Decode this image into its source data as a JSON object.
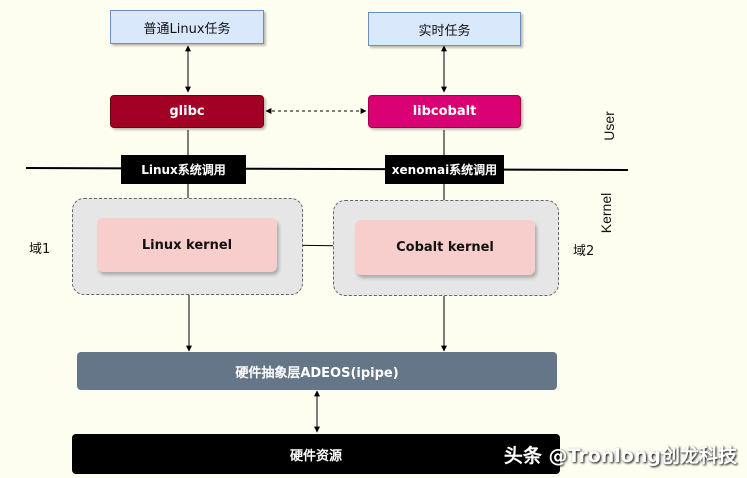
{
  "tasks": {
    "linux": "普通Linux任务",
    "realtime": "实时任务"
  },
  "libs": {
    "glibc": "glibc",
    "libcobalt": "libcobalt"
  },
  "syscalls": {
    "linux": "Linux系统调用",
    "xenomai": "xenomai系统调用"
  },
  "kernels": {
    "linux": "Linux kernel",
    "cobalt": "Cobalt kernel"
  },
  "domains": {
    "left": "域1",
    "right": "域2"
  },
  "layers": {
    "adeos": "硬件抽象层ADEOS(ipipe)",
    "hardware": "硬件资源"
  },
  "side_labels": {
    "user": "User",
    "kernel": "Kernel"
  },
  "watermark": "头条 @Tronlong创龙科技",
  "colors": {
    "task": "#dae8fc",
    "glibc": "#a20025",
    "libcobalt": "#d80073",
    "kernel": "#f8cecc",
    "adeos": "#647687",
    "hardware": "#000000",
    "domain": "#e6e6e6"
  }
}
